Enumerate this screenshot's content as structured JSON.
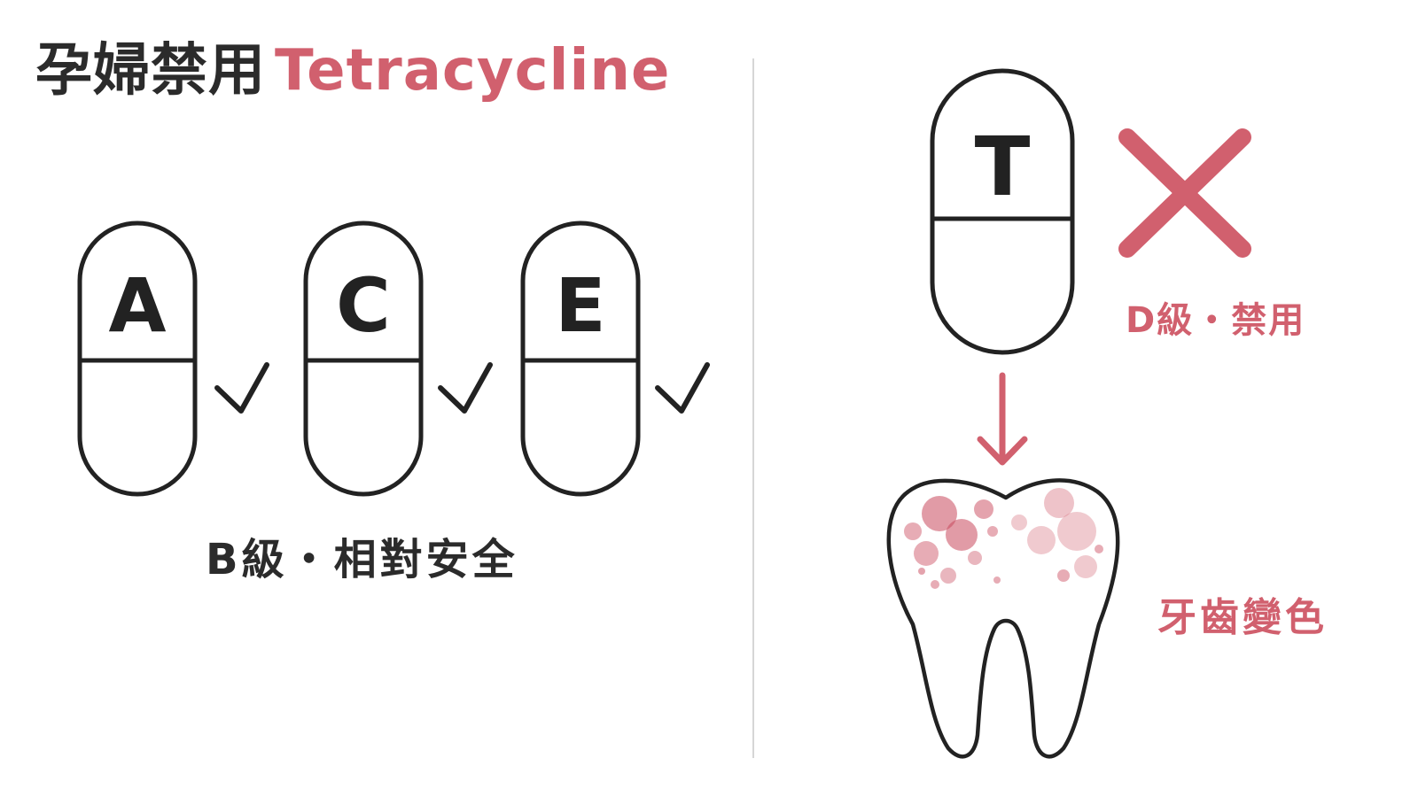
{
  "title": {
    "zh": "孕婦禁用",
    "en": "Tetracycline"
  },
  "left_panel": {
    "pills": [
      {
        "letter": "A",
        "mark": "check"
      },
      {
        "letter": "C",
        "mark": "check"
      },
      {
        "letter": "E",
        "mark": "check"
      }
    ],
    "caption": "B級・相對安全"
  },
  "right_panel": {
    "pill": {
      "letter": "T",
      "mark": "cross"
    },
    "grade_label": "D級・禁用",
    "effect_label": "牙齒變色",
    "icons": [
      "pill-icon",
      "cross-icon",
      "down-arrow-icon",
      "tooth-icon"
    ]
  },
  "colors": {
    "accent": "#d1606e",
    "text": "#2b2b2b",
    "outline": "#222222",
    "divider": "#d6d6d6",
    "stain": "#c9485c"
  }
}
